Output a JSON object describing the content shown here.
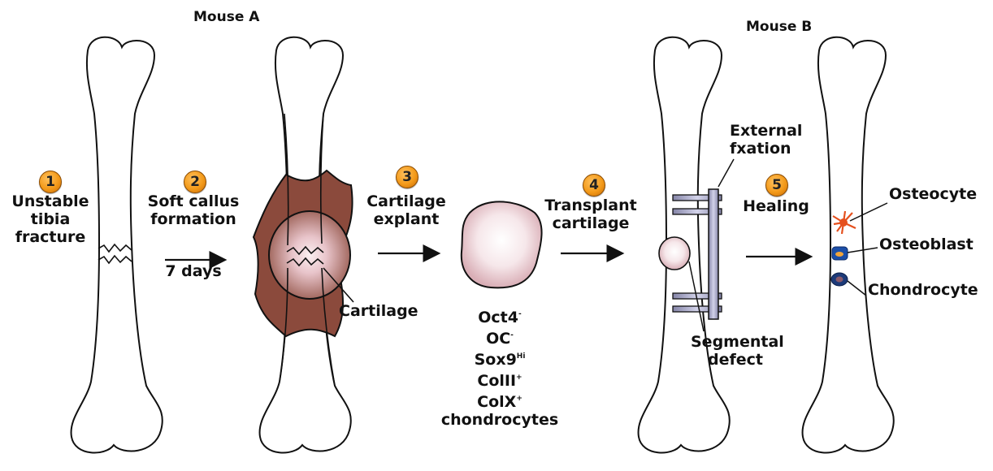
{
  "mice": {
    "a": "Mouse A",
    "b": "Mouse B"
  },
  "steps": [
    {
      "num": "1",
      "line1": "Unstable",
      "line2": "tibia",
      "line3": "fracture"
    },
    {
      "num": "2",
      "line1": "Soft callus",
      "line2": "formation",
      "duration": "7 days"
    },
    {
      "num": "3",
      "line1": "Cartilage",
      "line2": "explant"
    },
    {
      "num": "4",
      "line1": "Transplant",
      "line2": "cartilage"
    },
    {
      "num": "5",
      "line1": "Healing"
    }
  ],
  "labels": {
    "cartilage": "Cartilage",
    "external_fixation_1": "External",
    "external_fixation_2": "fxation",
    "segmental_defect_1": "Segmental",
    "segmental_defect_2": "defect",
    "osteocyte": "Osteocyte",
    "osteoblast": "Osteoblast",
    "chondrocyte": "Chondrocyte"
  },
  "markers": [
    {
      "name": "Oct4",
      "sign": "-"
    },
    {
      "name": "OC",
      "sign": "-"
    },
    {
      "name": "Sox9",
      "sign": "Hi"
    },
    {
      "name": "ColII",
      "sign": "+"
    },
    {
      "name": "ColX",
      "sign": "+"
    }
  ],
  "markers_footer": "chondrocytes",
  "colors": {
    "callus": "#8b4a3c",
    "cartilage_pink": "#e8c7cc",
    "fixator": "#a7a7c7",
    "arrow": "#111111",
    "step_orange": "#f39a1a",
    "osteocyte": "#e5501e",
    "osteoblast": "#1c4fa8",
    "chondrocyte": "#1d3a78"
  }
}
